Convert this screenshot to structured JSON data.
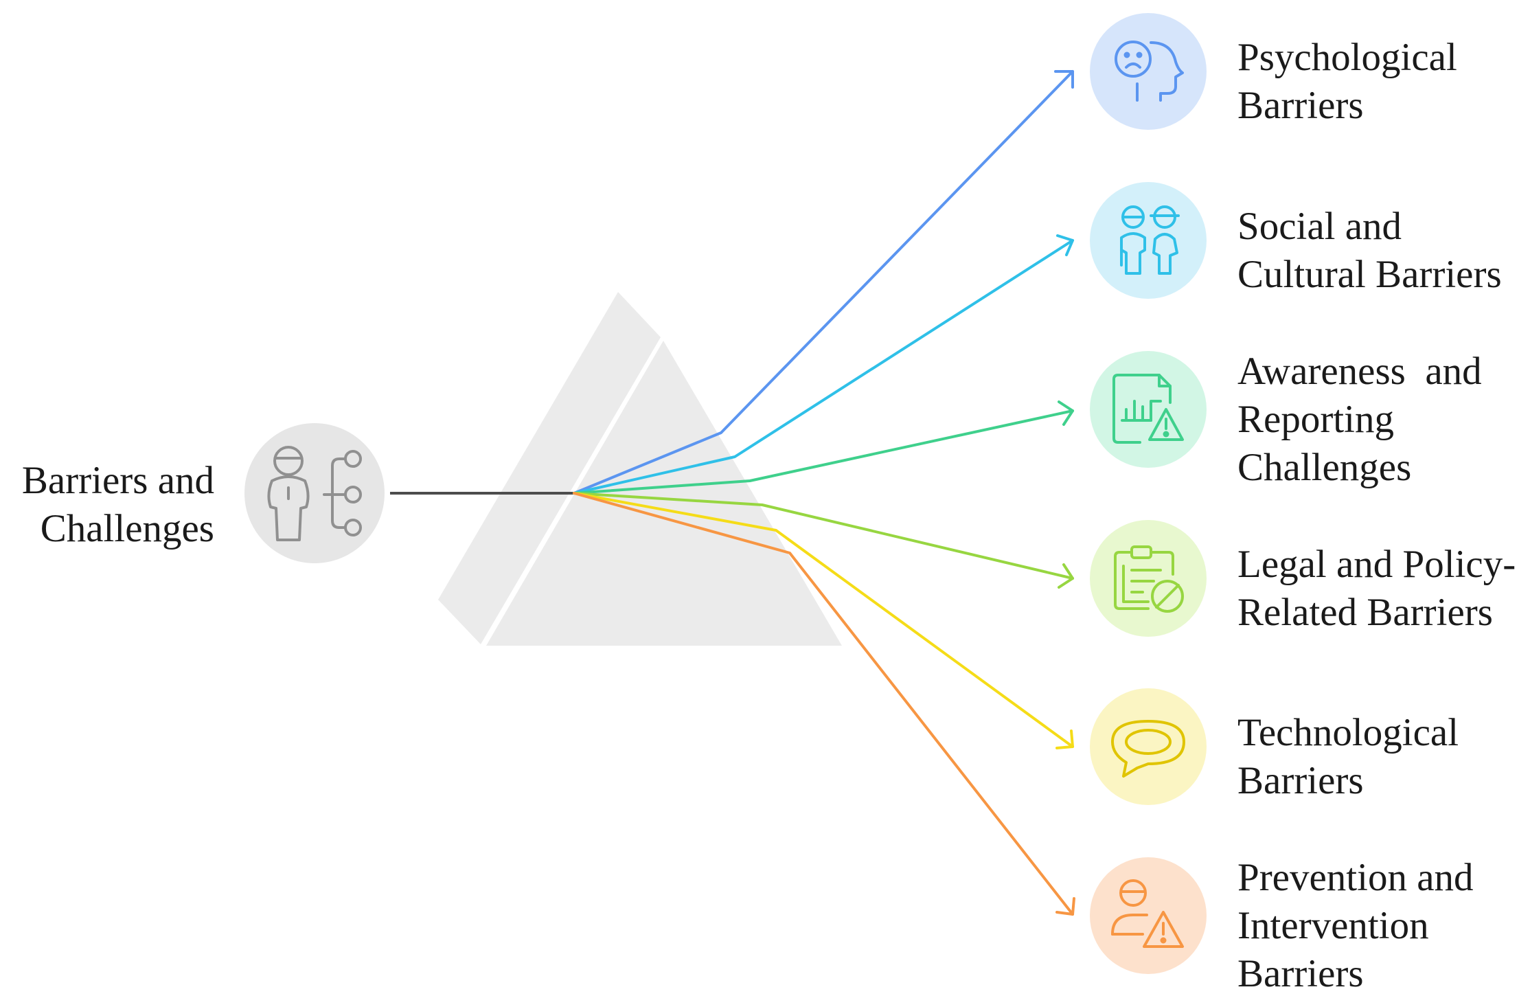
{
  "root": {
    "lines": [
      "Barriers and",
      "Challenges"
    ],
    "icon": "person-hierarchy-icon"
  },
  "categories": [
    {
      "id": "psychological",
      "lines": [
        "Psychological",
        "Barriers"
      ],
      "icon": "sad-head-icon",
      "color": "#5b95f0",
      "fill": "#d6e5fb"
    },
    {
      "id": "social-cultural",
      "lines": [
        "Social and",
        "Cultural Barriers"
      ],
      "icon": "two-people-icon",
      "color": "#2fc0e8",
      "fill": "#d3f0fa"
    },
    {
      "id": "awareness-reporting",
      "lines": [
        "Awareness  and",
        "Reporting",
        "Challenges"
      ],
      "icon": "report-warning-icon",
      "color": "#3fd08c",
      "fill": "#d2f6e5"
    },
    {
      "id": "legal-policy",
      "lines": [
        "Legal and Policy-",
        "Related Barriers"
      ],
      "icon": "clipboard-prohibited-icon",
      "color": "#97d641",
      "fill": "#e8f8cf"
    },
    {
      "id": "technological",
      "lines": [
        "Technological",
        "Barriers"
      ],
      "icon": "chat-bubble-icon",
      "color": "#f5dc18",
      "fill": "#fbf5c3"
    },
    {
      "id": "prevention-intervention",
      "lines": [
        "Prevention and",
        "Intervention",
        "Barriers"
      ],
      "icon": "person-warning-icon",
      "color": "#f79643",
      "fill": "#fde1cc"
    }
  ]
}
